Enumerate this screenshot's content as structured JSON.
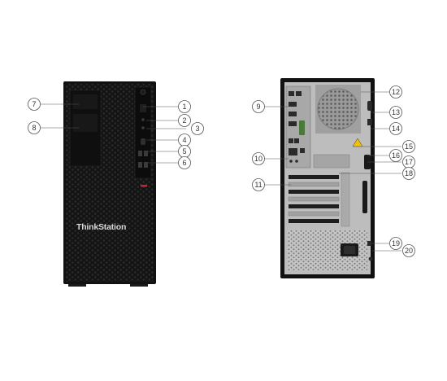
{
  "front": {
    "brand": "ThinkStation"
  },
  "front_callouts": [
    {
      "label": "7"
    },
    {
      "label": "8"
    },
    {
      "label": "1"
    },
    {
      "label": "2"
    },
    {
      "label": "3"
    },
    {
      "label": "4"
    },
    {
      "label": "5"
    },
    {
      "label": "6"
    }
  ],
  "rear_callouts": [
    {
      "label": "9"
    },
    {
      "label": "10"
    },
    {
      "label": "11"
    },
    {
      "label": "12"
    },
    {
      "label": "13"
    },
    {
      "label": "14"
    },
    {
      "label": "15"
    },
    {
      "label": "16"
    },
    {
      "label": "17"
    },
    {
      "label": "18"
    },
    {
      "label": "19"
    },
    {
      "label": "20"
    }
  ],
  "colors": {
    "chassis": "#111111",
    "mesh_hole": "#2a2a2a",
    "rear_panel": "#bdbdbd",
    "accent_red": "#c0282d",
    "callout_stroke": "#555555",
    "warning": "#f2c200"
  }
}
